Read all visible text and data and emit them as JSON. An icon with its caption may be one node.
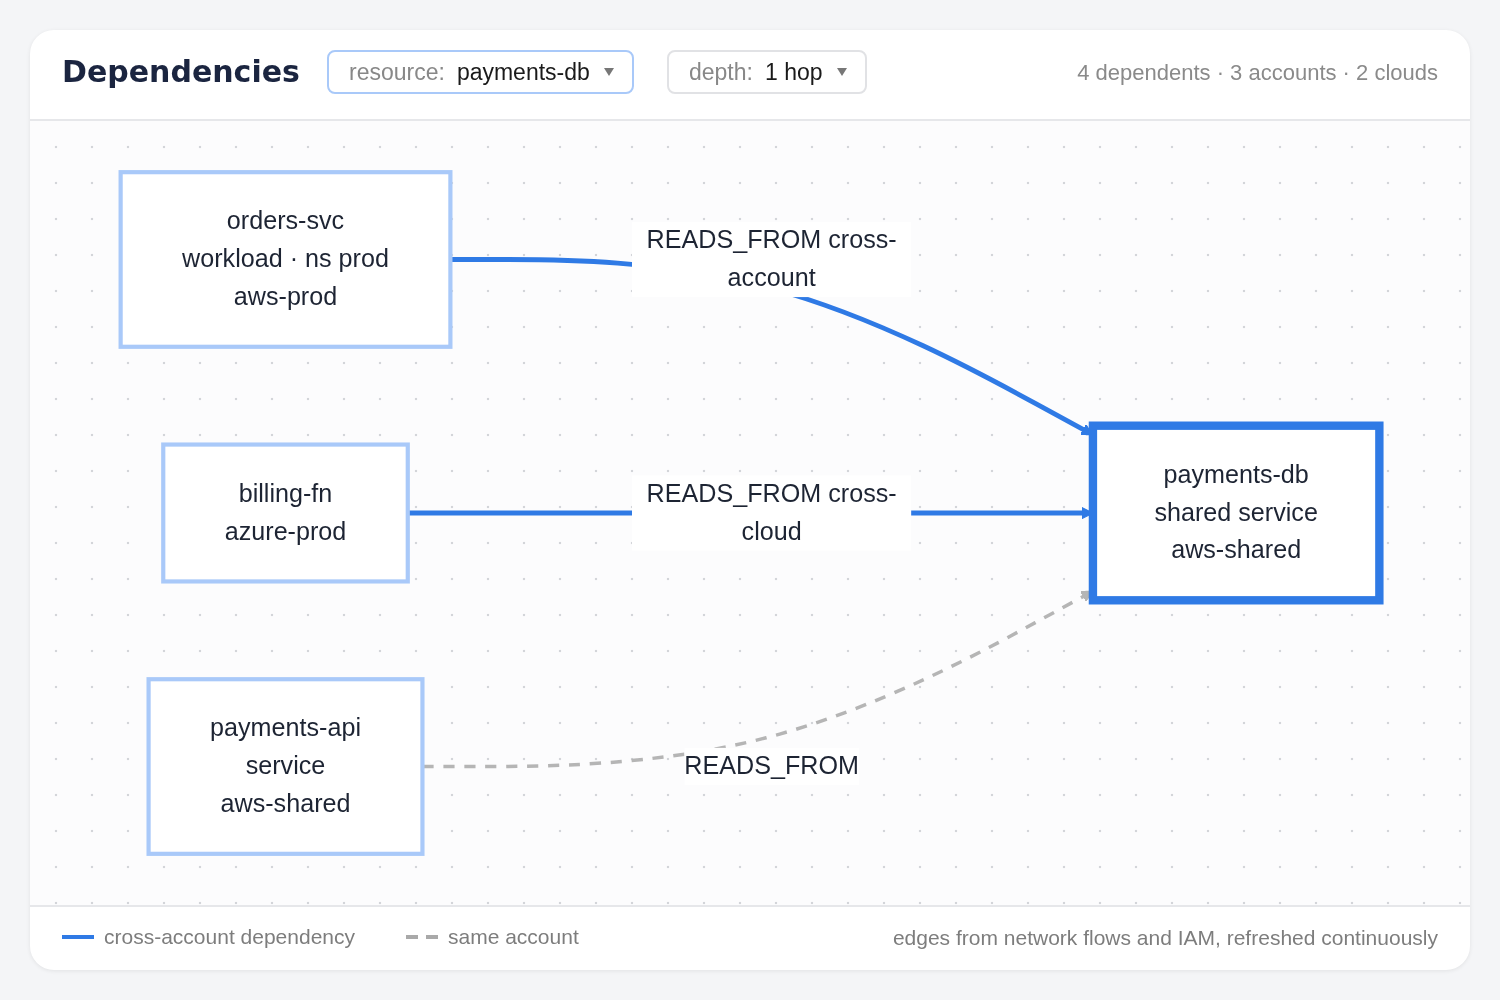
{
  "diagram": {
    "title": "Dependencies",
    "nodes": [
      {
        "text": [
          "orders-svc",
          "workload · ns prod",
          "aws-prod"
        ]
      },
      {
        "text": [
          "billing-fn",
          "azure-prod"
        ]
      },
      {
        "text": [
          "payments-api",
          "service",
          "aws-shared"
        ]
      },
      {
        "text": [
          "payments-db",
          "shared service",
          "aws-shared"
        ]
      }
    ],
    "edges": [
      {
        "from": 0,
        "to": 3,
        "arrow": "to",
        "label": "READS_FROM cross-account"
      },
      {
        "from": 1,
        "to": 3,
        "arrow": "to",
        "label": "READS_FROM cross-cloud"
      },
      {
        "from": 2,
        "to": 3,
        "arrow": "to",
        "label": "READS_FROM",
        "style": "dashed",
        "color": "#b5b5b5"
      }
    ],
    "labels": [
      "resource:",
      "payments-db",
      "depth:",
      "1 hop",
      "4 dependents · 3 accounts · 2 clouds",
      "edges from network flows and IAM, refreshed continuously"
    ],
    "legend": [
      {
        "text": "cross-account dependency"
      },
      {
        "text": "same account"
      }
    ]
  }
}
